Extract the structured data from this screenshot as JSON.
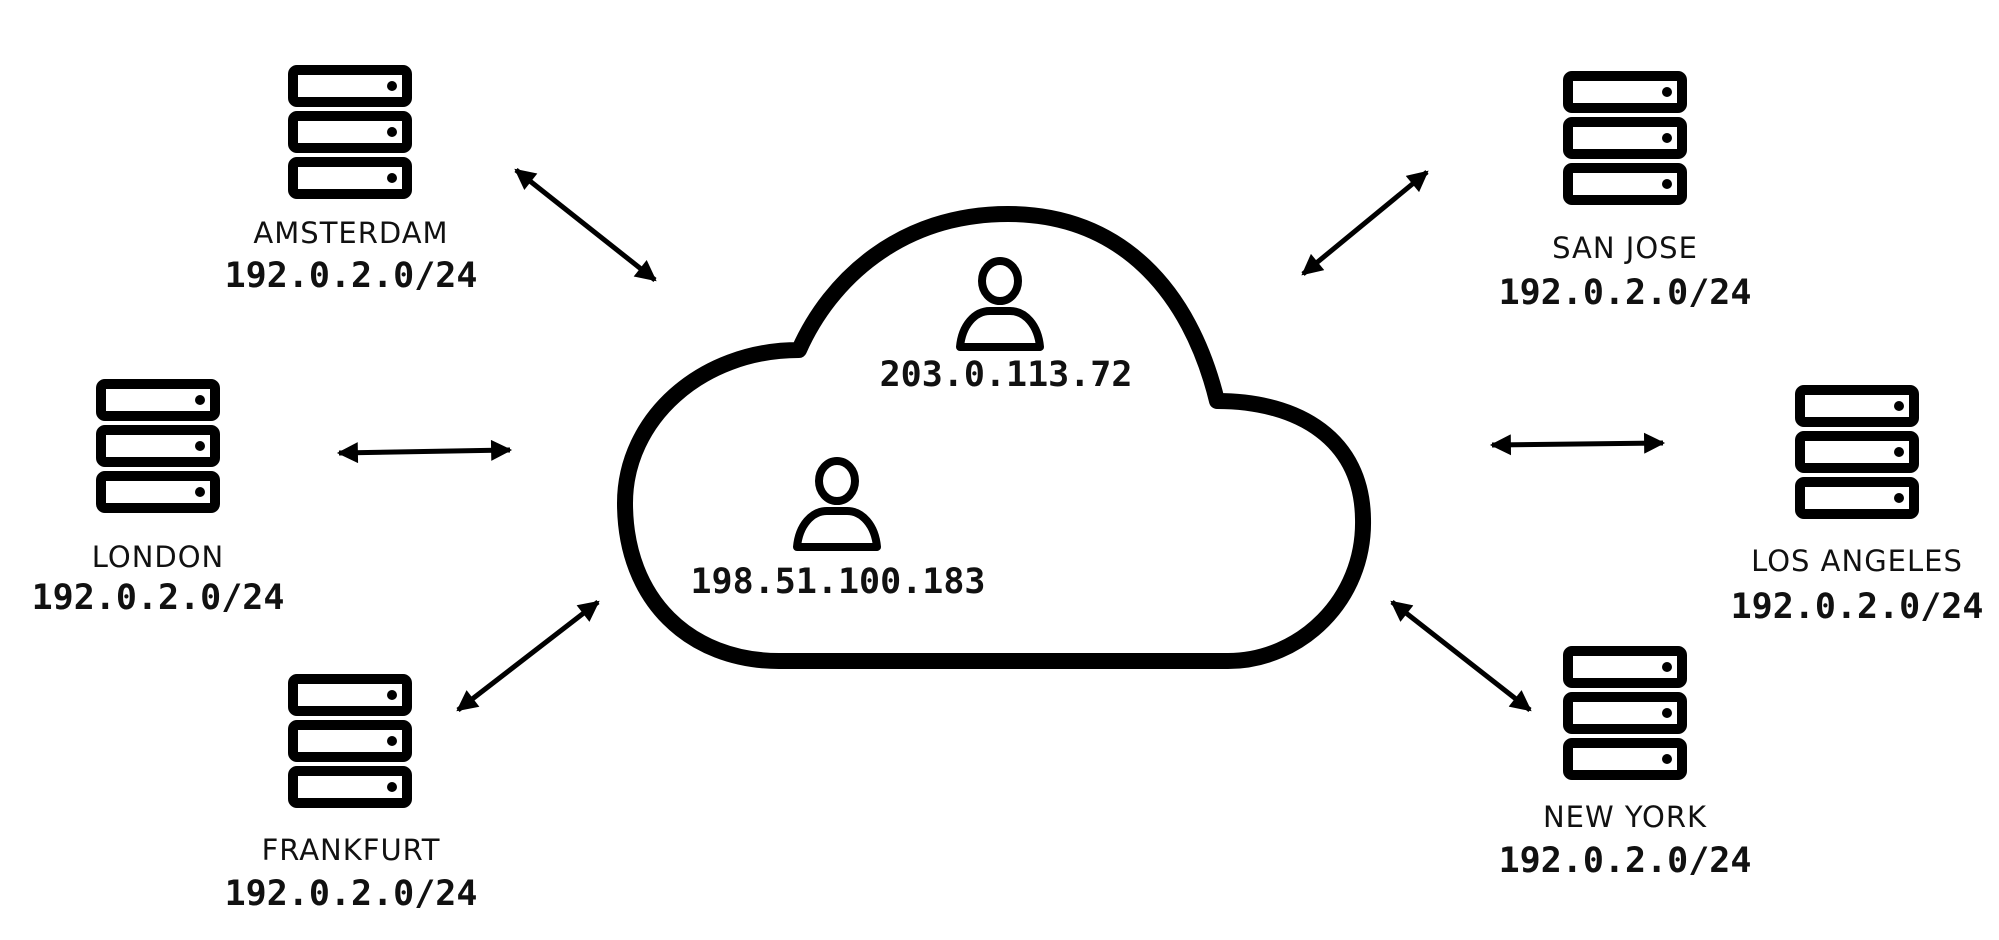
{
  "colors": {
    "ink": "#000000",
    "background": "#ffffff"
  },
  "cloud": {
    "icon": "cloud-icon",
    "users": [
      {
        "icon": "user-icon",
        "ip": "203.0.113.72"
      },
      {
        "icon": "user-icon",
        "ip": "198.51.100.183"
      }
    ]
  },
  "locations": [
    {
      "city": "AMSTERDAM",
      "prefix": "192.0.2.0/24",
      "icon": "server-icon"
    },
    {
      "city": "LONDON",
      "prefix": "192.0.2.0/24",
      "icon": "server-icon"
    },
    {
      "city": "FRANKFURT",
      "prefix": "192.0.2.0/24",
      "icon": "server-icon"
    },
    {
      "city": "SAN JOSE",
      "prefix": "192.0.2.0/24",
      "icon": "server-icon"
    },
    {
      "city": "LOS ANGELES",
      "prefix": "192.0.2.0/24",
      "icon": "server-icon"
    },
    {
      "city": "NEW YORK",
      "prefix": "192.0.2.0/24",
      "icon": "server-icon"
    }
  ],
  "connections": {
    "type": "bidirectional-arrow",
    "count": 6
  }
}
